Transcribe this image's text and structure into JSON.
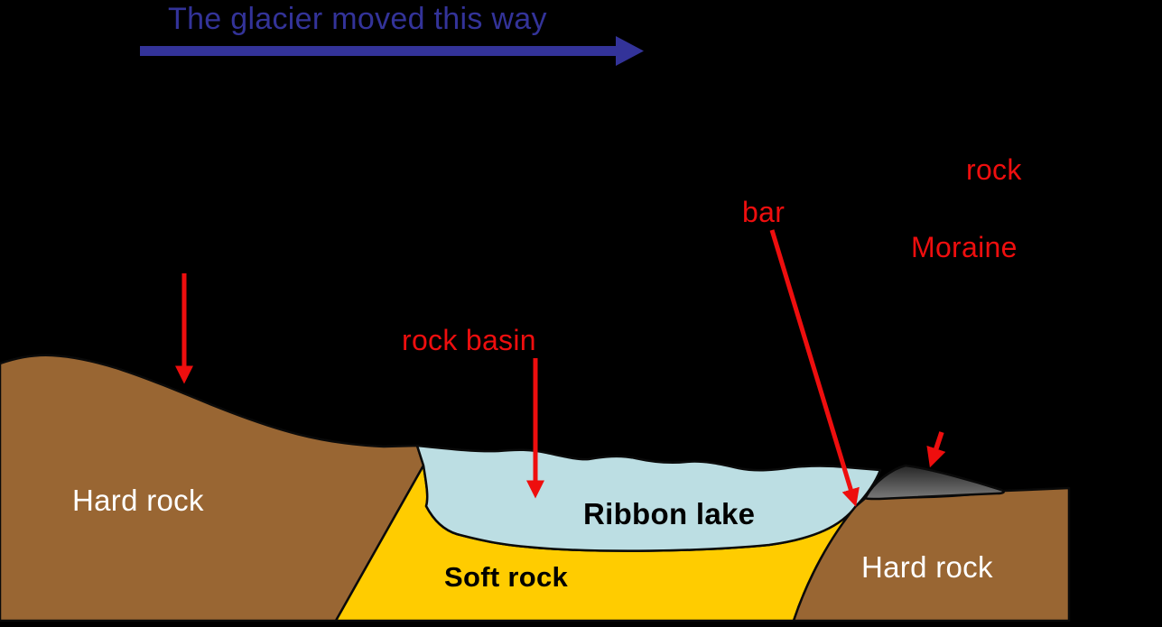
{
  "diagram": {
    "title": "The glacier moved this way",
    "labels": {
      "rock_basin": "rock basin",
      "bar": "bar",
      "rock": "rock",
      "moraine": "Moraine",
      "hard_rock_left": "Hard rock",
      "hard_rock_right": "Hard rock",
      "ribbon_lake": "Ribbon lake",
      "soft_rock": "Soft rock"
    },
    "icons": {
      "glacier_direction_arrow": "thick-right-arrow",
      "left_peak_arrow": "red-down-arrow",
      "rock_basin_arrow": "red-down-arrow",
      "bar_arrow": "red-diagonal-down-arrow",
      "moraine_arrow": "red-short-down-left-arrow"
    },
    "colors": {
      "background": "#000000",
      "title_blue": "#333399",
      "label_red": "#ee0e0e",
      "hard_rock_brown": "#996633",
      "soft_rock_yellow": "#ffcc00",
      "lake_blue": "#bcdee3",
      "moraine_dark": "#262626",
      "moraine_light": "#7a7a7a",
      "outline_black": "#0a0a0a",
      "label_white": "#ffffff",
      "label_black": "#000000"
    }
  }
}
